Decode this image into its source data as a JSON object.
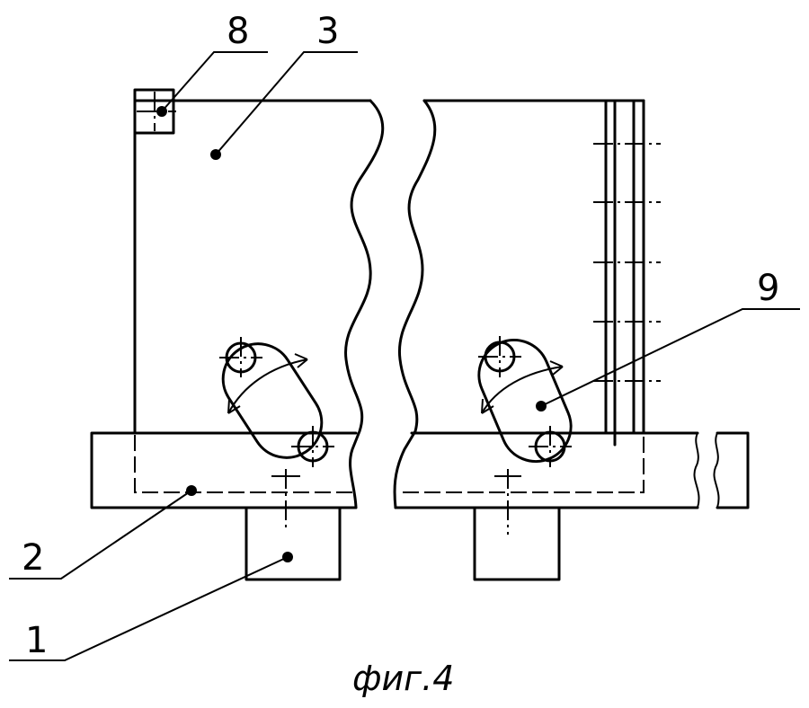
{
  "labels": {
    "l1": "1",
    "l2": "2",
    "l3": "3",
    "l8": "8",
    "l9": "9"
  },
  "caption": "фиг.4"
}
